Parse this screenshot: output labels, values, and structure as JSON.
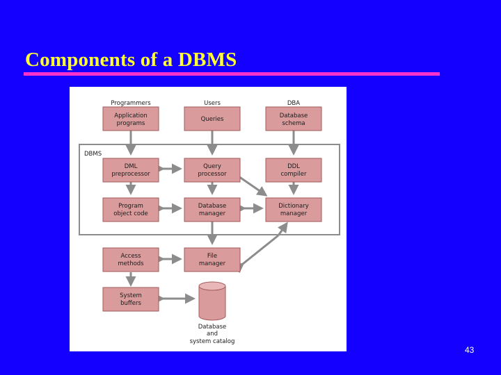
{
  "slide": {
    "title": "Components of a DBMS",
    "page_number": "43",
    "title_color": "#ffff33",
    "background_color": "#1400ff",
    "rule_color": "#ff33cc"
  },
  "diagram": {
    "headers": {
      "programmers": "Programmers",
      "users": "Users",
      "dba": "DBA"
    },
    "dbms_label": "DBMS",
    "boxes": {
      "application_programs": [
        "Application",
        "programs"
      ],
      "queries": [
        "Queries"
      ],
      "database_schema": [
        "Database",
        "schema"
      ],
      "dml_preprocessor": [
        "DML",
        "preprocessor"
      ],
      "query_processor": [
        "Query",
        "processor"
      ],
      "ddl_compiler": [
        "DDL",
        "compiler"
      ],
      "program_object_code": [
        "Program",
        "object code"
      ],
      "database_manager": [
        "Database",
        "manager"
      ],
      "dictionary_manager": [
        "Dictionary",
        "manager"
      ],
      "access_methods": [
        "Access",
        "methods"
      ],
      "file_manager": [
        "File",
        "manager"
      ],
      "system_buffers": [
        "System",
        "buffers"
      ]
    },
    "database": [
      "Database",
      "and",
      "system catalog"
    ],
    "box_fill": "#d99b9b",
    "arrow_color": "#8c8c8c"
  }
}
